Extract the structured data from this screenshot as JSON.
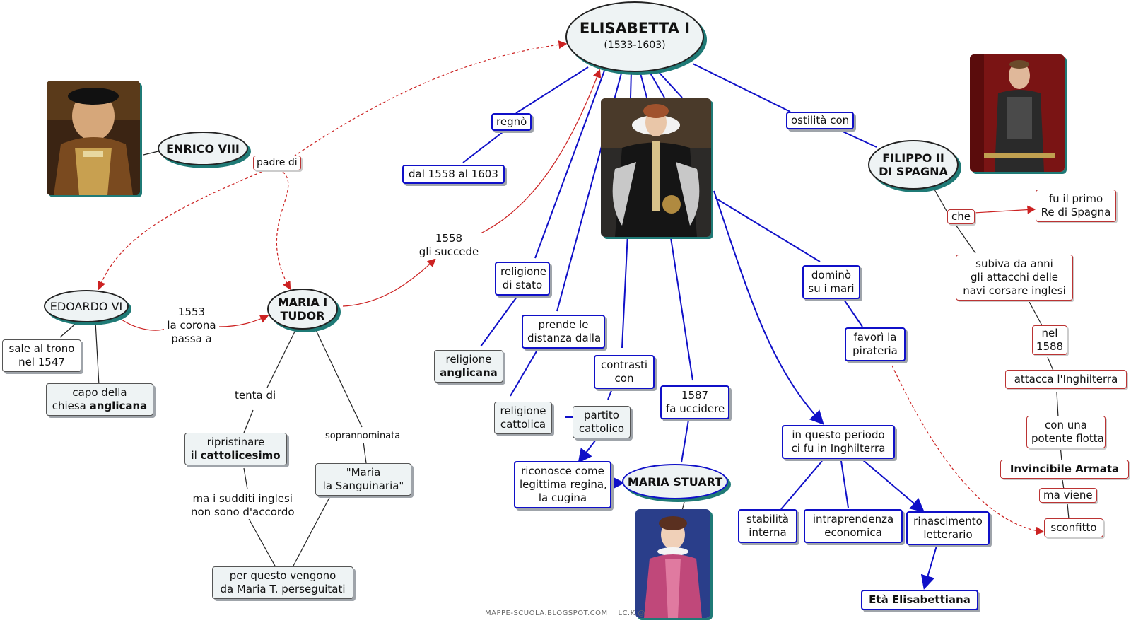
{
  "main": {
    "title": "ELISABETTA I",
    "dates": "(1533-1603)"
  },
  "enrico": {
    "label": "ENRICO VIII",
    "link": "padre di"
  },
  "edoardo": {
    "label": "EDOARDO VI",
    "throne": [
      "sale al trono",
      "nel 1547"
    ],
    "church": [
      "capo della",
      "chiesa ",
      "anglicana"
    ]
  },
  "corona": [
    "1553",
    "la corona",
    "passa a"
  ],
  "maria_tudor": {
    "label": [
      "MARIA I",
      "TUDOR"
    ],
    "tenta": "tenta di",
    "ripristinare": [
      "ripristinare",
      "il ",
      "cattolicesimo"
    ],
    "sudditi": [
      "ma i sudditi inglesi",
      "non sono d'accordo"
    ],
    "perseguitati": [
      "per questo vengono",
      "da Maria T. perseguitati"
    ],
    "soprannominata": "soprannominata",
    "sanguinaria": [
      "\"Maria",
      "la Sanguinaria\""
    ]
  },
  "succede": [
    "1558",
    "gli succede"
  ],
  "regno": {
    "verb": "regnò",
    "period": "dal 1558 al 1603"
  },
  "religione": {
    "stato": [
      "religione",
      "di stato"
    ],
    "anglicana": [
      "religione",
      "anglicana"
    ],
    "distanza": [
      "prende le",
      "distanza dalla"
    ],
    "cattolica": [
      "religione",
      "cattolica"
    ]
  },
  "contrasti": {
    "label": [
      "contrasti",
      "con"
    ],
    "partito": [
      "partito",
      "cattolico"
    ],
    "riconosce": [
      "riconosce come",
      "legittima regina,",
      "la cugina"
    ]
  },
  "stuart": {
    "uccidere": [
      "1587",
      "fa uccidere"
    ],
    "label": "MARIA STUART"
  },
  "mari": {
    "domino": [
      "dominò",
      "su i mari"
    ],
    "pirateria": [
      "favorì la",
      "pirateria"
    ]
  },
  "periodo": {
    "label": [
      "in questo periodo",
      "ci fu in Inghilterra"
    ],
    "stabilita": [
      "stabilità",
      "interna"
    ],
    "intraprendenza": [
      "intraprendenza",
      "economica"
    ],
    "rinascimento": [
      "rinascimento",
      "letterario"
    ],
    "eta": "Età Elisabettiana"
  },
  "filippo": {
    "ostilita": "ostilità con",
    "label": [
      "FILIPPO II",
      "DI SPAGNA"
    ],
    "che": "che",
    "primo": [
      "fu il primo",
      "Re di Spagna"
    ],
    "subiva": [
      "subiva da anni",
      "gli attacchi delle",
      "navi corsare inglesi"
    ],
    "nel": [
      "nel",
      "1588"
    ],
    "attacca": "attacca l'Inghilterra",
    "flotta": [
      "con una",
      "potente flotta"
    ],
    "armata": "Invincibile Armata",
    "viene": "ma viene",
    "sconfitto": "sconfitto"
  },
  "footer": {
    "site": "MAPPE-SCUOLA.BLOGSPOT.COM",
    "author": "LC.K @"
  },
  "icons": [
    "portrait-henry-viii",
    "portrait-elizabeth-i",
    "portrait-philip-ii",
    "portrait-mary-stuart"
  ],
  "colors": {
    "blue_link": "#1010c8",
    "red_link": "#cc2222",
    "node_fill": "#eef3f4",
    "shadow": "#1f7a76"
  }
}
